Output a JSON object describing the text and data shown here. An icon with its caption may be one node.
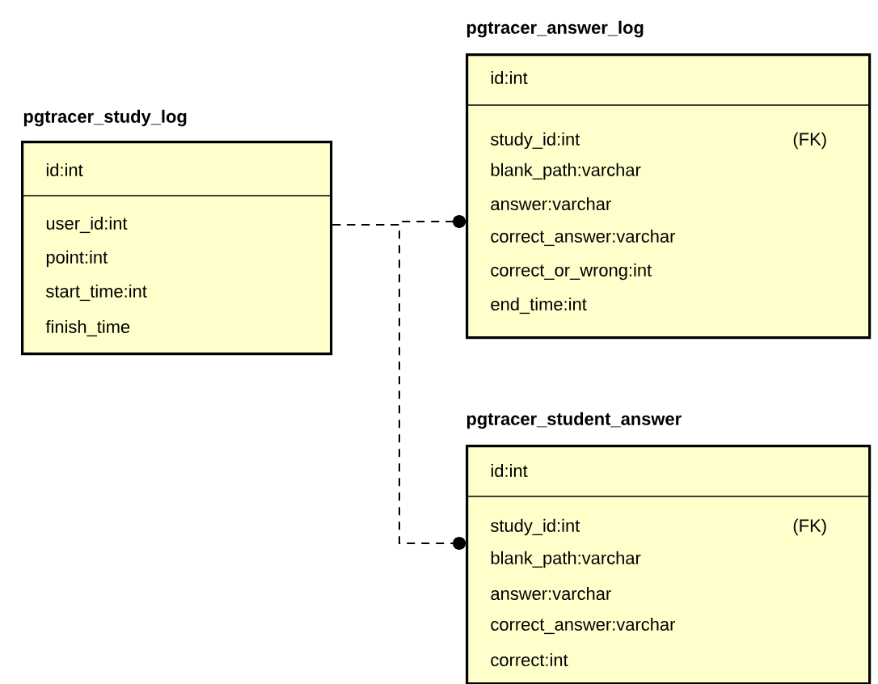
{
  "diagram": {
    "nodes": [
      {
        "text": [
          "pgtracer_study_log",
          "id:int",
          "user_id:int",
          "point:int",
          "start_time:int",
          "finish_time"
        ]
      },
      {
        "text": [
          "pgtracer_answer_log",
          "id:int",
          "study_id:int",
          "(FK)",
          "blank_path:varchar",
          "answer:varchar",
          "correct_answer:varchar",
          "correct_or_wrong:int",
          "end_time:int"
        ]
      },
      {
        "text": [
          "pgtracer_student_answer",
          "id:int",
          "study_id:int",
          "(FK)",
          "blank_path:varchar",
          "answer:varchar",
          "correct_answer:varchar",
          "correct:int"
        ]
      }
    ],
    "edges": [
      {
        "from": 0,
        "to": 1,
        "arrow": "other",
        "style": "dashed"
      },
      {
        "from": 0,
        "to": 2,
        "arrow": "other",
        "style": "dashed"
      }
    ]
  }
}
